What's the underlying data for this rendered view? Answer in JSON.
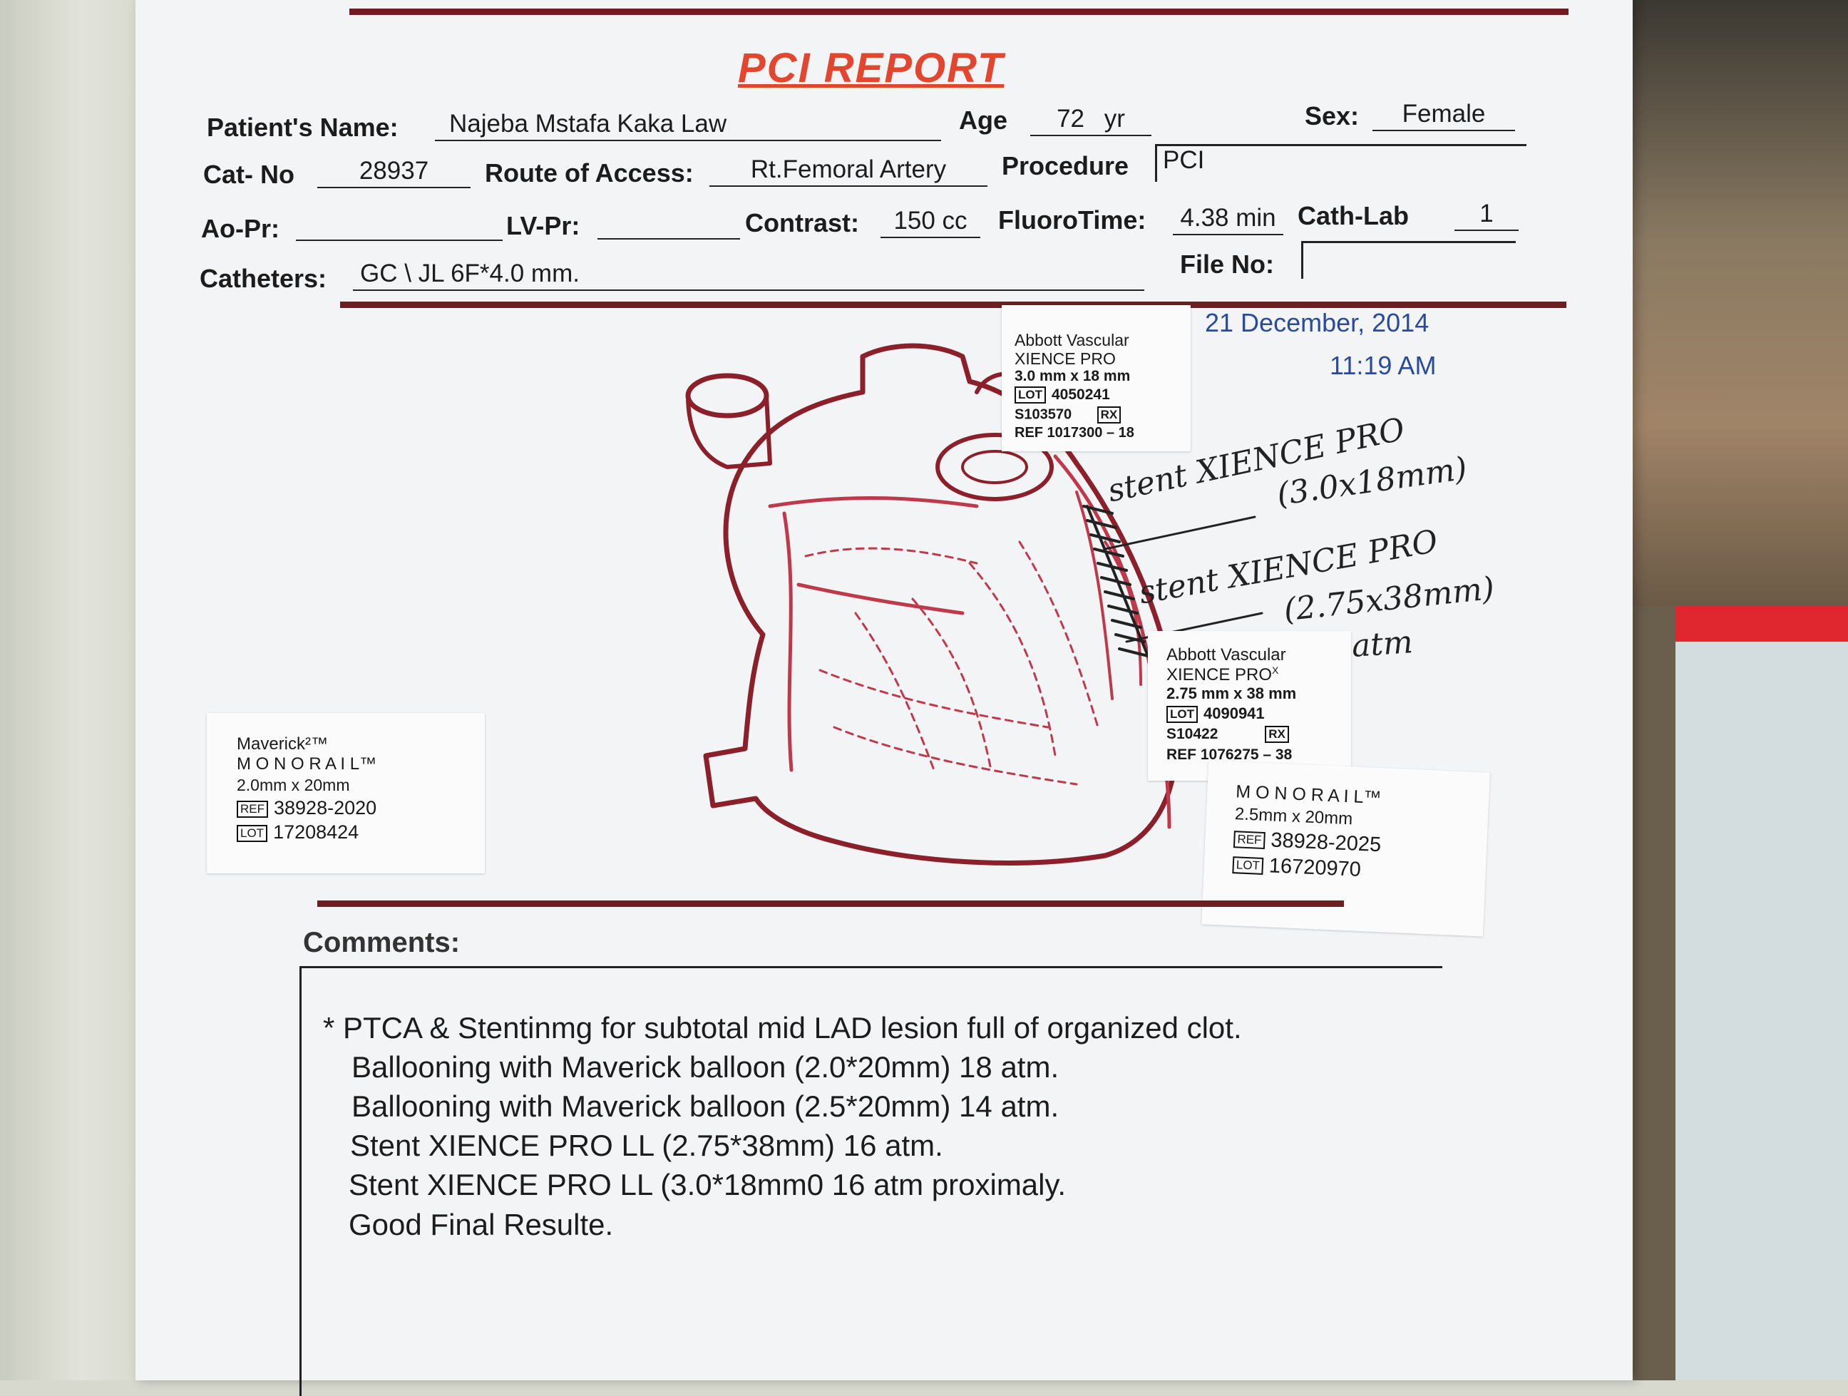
{
  "report": {
    "title": "PCI REPORT",
    "fields": {
      "patient_name_label": "Patient's Name:",
      "patient_name": "Najeba Mstafa Kaka Law",
      "age_label": "Age",
      "age_value": "72",
      "age_unit": "yr",
      "sex_label": "Sex:",
      "sex_value": "Female",
      "cat_no_label": "Cat- No",
      "cat_no": "28937",
      "route_label": "Route of Access:",
      "route": "Rt.Femoral Artery",
      "procedure_label": "Procedure",
      "procedure": "PCI",
      "ao_pr_label": "Ao-Pr:",
      "ao_pr": "",
      "lv_pr_label": "LV-Pr:",
      "lv_pr": "",
      "contrast_label": "Contrast:",
      "contrast": "150 cc",
      "fluoro_label": "FluoroTime:",
      "fluoro": "4.38 min",
      "cathlab_label": "Cath-Lab",
      "cathlab": "1",
      "file_no_label": "File No:",
      "file_no": "",
      "catheters_label": "Catheters:",
      "catheters": "GC \\ JL 6F*4.0 mm."
    },
    "date": "21 December, 2014",
    "time": "11:19 AM"
  },
  "stickers": {
    "xience_pro": {
      "brand": "Abbott Vascular",
      "product": "XIENCE PRO",
      "size": "3.0 mm x 18 mm",
      "lot_tag": "LOT",
      "lot": "4050241",
      "serial": "S103570",
      "rx_tag": "RX",
      "ref": "REF 1017300 – 18"
    },
    "xience_prox": {
      "brand": "Abbott Vascular",
      "product": "XIENCE PRO",
      "product_sup": "X",
      "size": "2.75 mm x 38 mm",
      "lot_tag": "LOT",
      "lot": "4090941",
      "serial": "S10422",
      "rx_tag": "RX",
      "ref": "REF 1076275 – 38"
    },
    "maverick": {
      "brand": "Maverick²™",
      "product": "M O N O R A I L™",
      "size": "2.0mm x 20mm",
      "ref_tag": "REF",
      "ref": "38928-2020",
      "lot_tag": "LOT",
      "lot": "17208424"
    },
    "monorail_2": {
      "product": "M O N O R A I L™",
      "size": "2.5mm x 20mm",
      "ref_tag": "REF",
      "ref": "38928-2025",
      "lot_tag": "LOT",
      "lot": "16720970"
    }
  },
  "handwriting": {
    "line1": "stent XIENCE PRO",
    "line2": "(3.0x18mm)",
    "line3": "stent XIENCE PRO",
    "line4": "(2.75x38mm)",
    "line5": "16atm"
  },
  "comments": {
    "label": "Comments:",
    "lines": [
      "* PTCA & Stentinmg for subtotal mid LAD lesion full of organized clot.",
      "Ballooning with Maverick balloon (2.0*20mm) 18 atm.",
      "Ballooning with Maverick balloon (2.5*20mm) 14 atm.",
      "Stent XIENCE PRO LL (2.75*38mm) 16 atm.",
      "Stent XIENCE PRO LL (3.0*18mm0 16 atm proximaly.",
      "Good Final Resulte."
    ]
  },
  "colors": {
    "rule": "#6e1e22",
    "title": "#e2462e",
    "date": "#2a4a9a",
    "heart_outline": "#8b1f2a",
    "heart_vessels": "#c0394a"
  }
}
